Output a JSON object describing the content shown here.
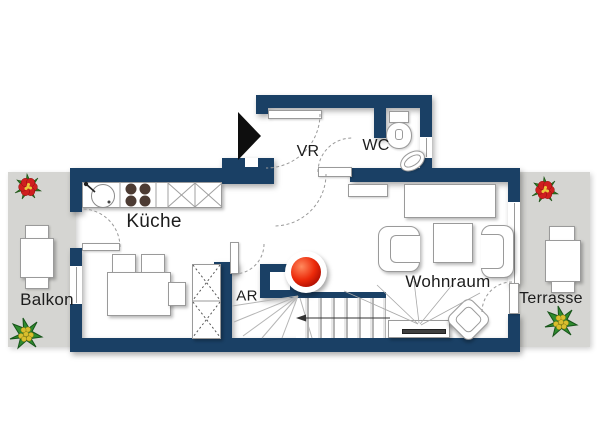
{
  "plan": {
    "type": "apartment floor plan",
    "rooms": {
      "kueche": {
        "label": "Küche"
      },
      "vr": {
        "label": "VR"
      },
      "wc": {
        "label": "WC"
      },
      "ar": {
        "label": "AR"
      },
      "wohnraum": {
        "label": "Wohnraum"
      },
      "balkon": {
        "label": "Balkon"
      },
      "terrasse": {
        "label": "Terrasse"
      }
    },
    "colors": {
      "wall": "#1a4065",
      "outdoor_floor": "#d5d5d2",
      "room_floor": "#ffffff",
      "panorama_marker_red": "#ec2a0a",
      "flower_red": "#cf1f1f",
      "flower_green": "#2e8b2e",
      "flower_yellow": "#e6c832",
      "label_text": "#1c1c1c"
    },
    "icons": {
      "entrance_marker": "black right-pointing triangle",
      "panorama_marker": "red sphere on white ring",
      "stairs_direction": "left-pointing arrow",
      "stove": "four burner circles",
      "sink": "circle with faucet",
      "cabinets": "squares with X"
    }
  }
}
